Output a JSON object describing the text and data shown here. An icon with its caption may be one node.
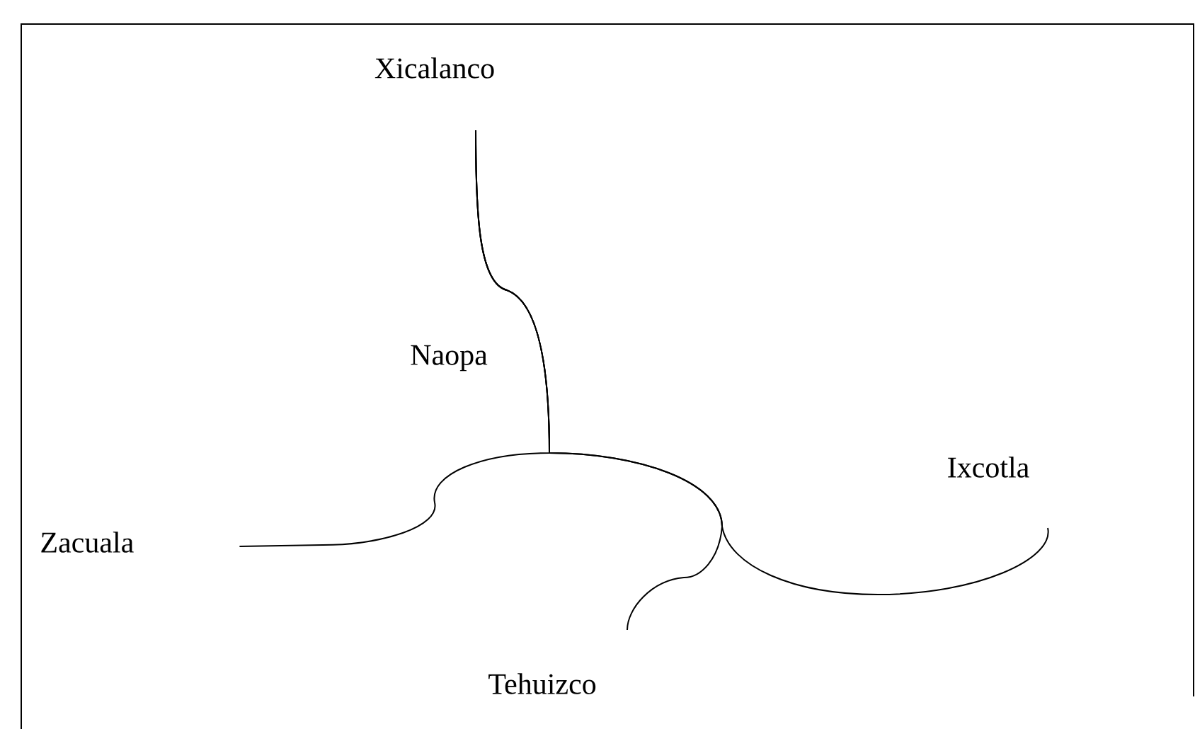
{
  "diagram": {
    "nodes": [
      {
        "text": [
          "Xicalanco"
        ]
      },
      {
        "text": [
          "Zacuala"
        ]
      },
      {
        "text": [
          "Ixcotla"
        ]
      },
      {
        "text": [
          "Tehuizco"
        ]
      }
    ],
    "edges": [
      {
        "from": 0,
        "to": 1,
        "arrow": "none"
      },
      {
        "from": 0,
        "to": 2,
        "arrow": "none"
      },
      {
        "from": 0,
        "to": 3,
        "arrow": "none"
      }
    ],
    "labels": [
      "Naopa"
    ]
  }
}
